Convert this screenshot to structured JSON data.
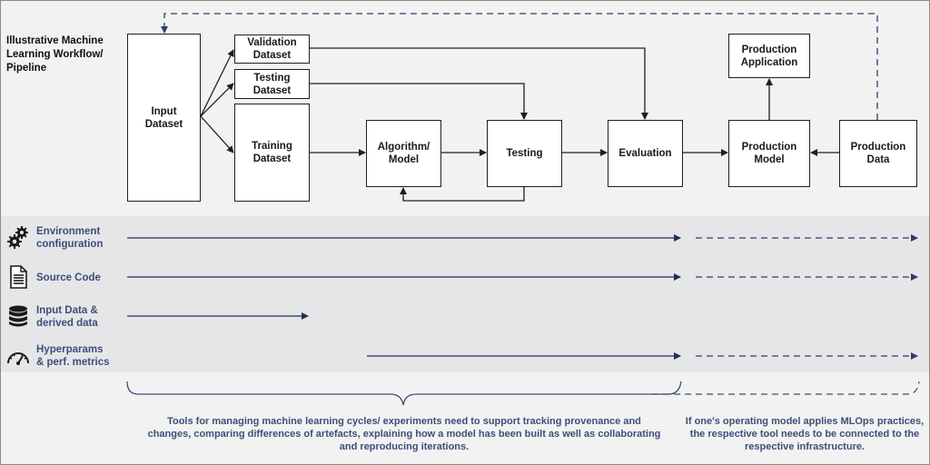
{
  "title": "Illustrative Machine Learning Workflow/ Pipeline",
  "boxes": {
    "input_dataset": "Input\nDataset",
    "validation_dataset": "Validation\nDataset",
    "testing_dataset": "Testing\nDataset",
    "training_dataset": "Training\nDataset",
    "algorithm_model": "Algorithm/\nModel",
    "testing": "Testing",
    "evaluation": "Evaluation",
    "production_model": "Production\nModel",
    "production_data": "Production\nData",
    "production_application": "Production\nApplication"
  },
  "tracking_rows": [
    {
      "label": "Environment\nconfiguration",
      "icon": "gears-icon"
    },
    {
      "label": "Source Code",
      "icon": "document-icon"
    },
    {
      "label": "Input Data &\nderived data",
      "icon": "database-icon"
    },
    {
      "label": "Hyperparams\n& perf. metrics",
      "icon": "gauge-icon"
    }
  ],
  "notes": {
    "tools": "Tools for managing machine learning cycles/ experiments need to support tracking provenance and changes, comparing differences of artefacts, explaining how a model has been built as well as collaborating and reproducing iterations.",
    "mlops": "If one's operating model applies MLOps practices, the respective tool needs to be connected to the respective infrastructure."
  },
  "colors": {
    "arrow_dark": "#1f1f1f",
    "arrow_blue": "#1f2f57",
    "label_blue": "#3c4f78",
    "dashed_blue": "#2b3f6c"
  }
}
